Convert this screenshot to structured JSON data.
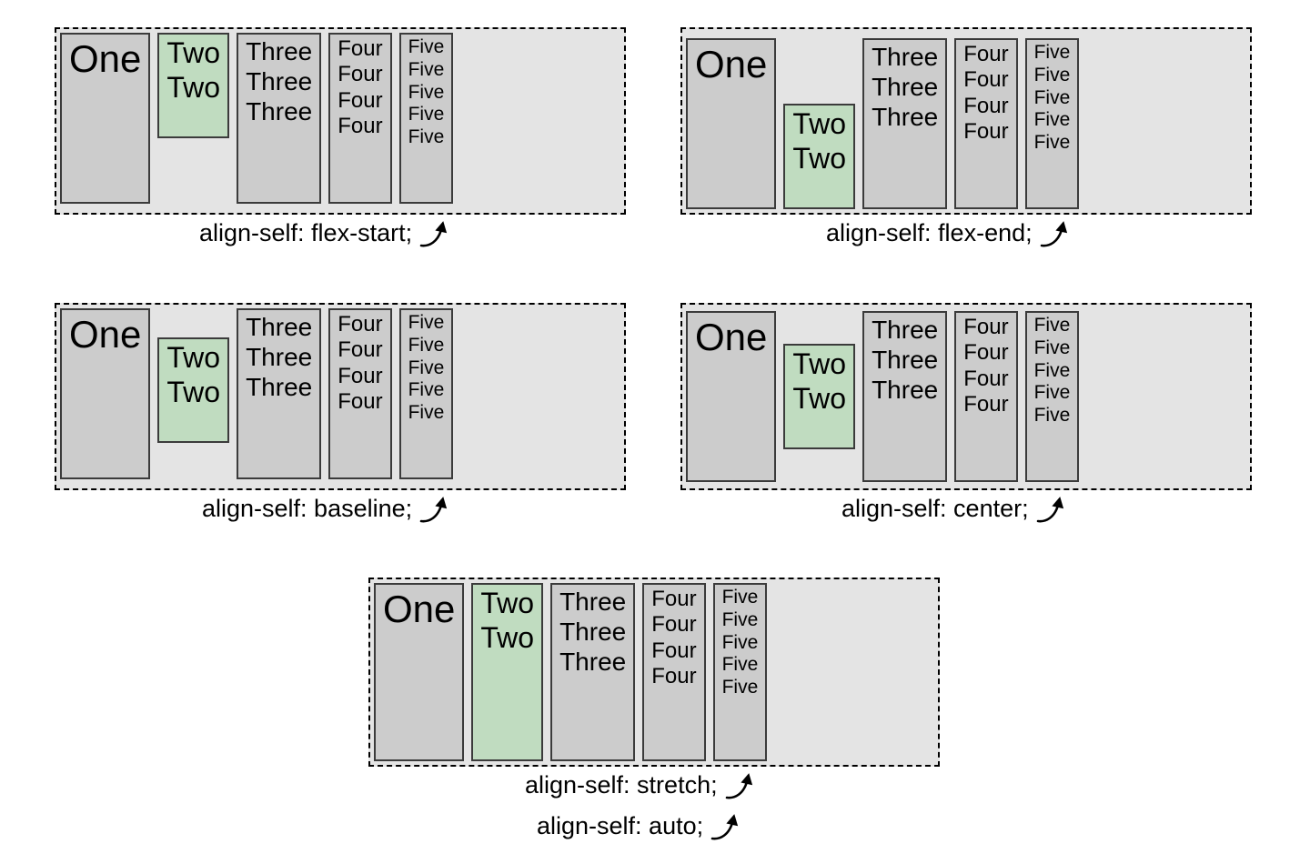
{
  "page": {
    "title": "align-self demonstration",
    "background": "#ffffff"
  },
  "colors": {
    "item_grey": "#cccccc",
    "item_green": "#c0dcc0",
    "container_bg": "#e4e4e4",
    "border": "#3b3b3b",
    "dashed_border": "#000000",
    "text": "#000000"
  },
  "items": {
    "one": "One",
    "two": "Two\nTwo",
    "three": "Three\nThree\nThree",
    "four": "Four\nFour\nFour\nFour",
    "five": "Five\nFive\nFive\nFive\nFive"
  },
  "panels": [
    {
      "id": "flex-start",
      "caption": "align-self: flex-start;",
      "align_self": "flex-start",
      "items": [
        "One",
        "Two\nTwo",
        "Three\nThree\nThree",
        "Four\nFour\nFour\nFour",
        "Five\nFive\nFive\nFive\nFive"
      ]
    },
    {
      "id": "flex-end",
      "caption": "align-self: flex-end;",
      "align_self": "flex-end",
      "items": [
        "One",
        "Two\nTwo",
        "Three\nThree\nThree",
        "Four\nFour\nFour\nFour",
        "Five\nFive\nFive\nFive\nFive"
      ]
    },
    {
      "id": "baseline",
      "caption": "align-self: baseline;",
      "align_self": "baseline",
      "items": [
        "One",
        "Two\nTwo",
        "Three\nThree\nThree",
        "Four\nFour\nFour\nFour",
        "Five\nFive\nFive\nFive\nFive"
      ]
    },
    {
      "id": "center",
      "caption": "align-self: center;",
      "align_self": "center",
      "items": [
        "One",
        "Two\nTwo",
        "Three\nThree\nThree",
        "Four\nFour\nFour\nFour",
        "Five\nFive\nFive\nFive\nFive"
      ]
    },
    {
      "id": "stretch",
      "caption": "align-self: stretch;",
      "caption_secondary": "align-self: auto;",
      "align_self": "stretch",
      "items": [
        "One",
        "Two\nTwo",
        "Three\nThree\nThree",
        "Four\nFour\nFour\nFour",
        "Five\nFive\nFive\nFive\nFive"
      ]
    }
  ],
  "icons": {
    "arrow": "curved-up-arrow-icon"
  }
}
